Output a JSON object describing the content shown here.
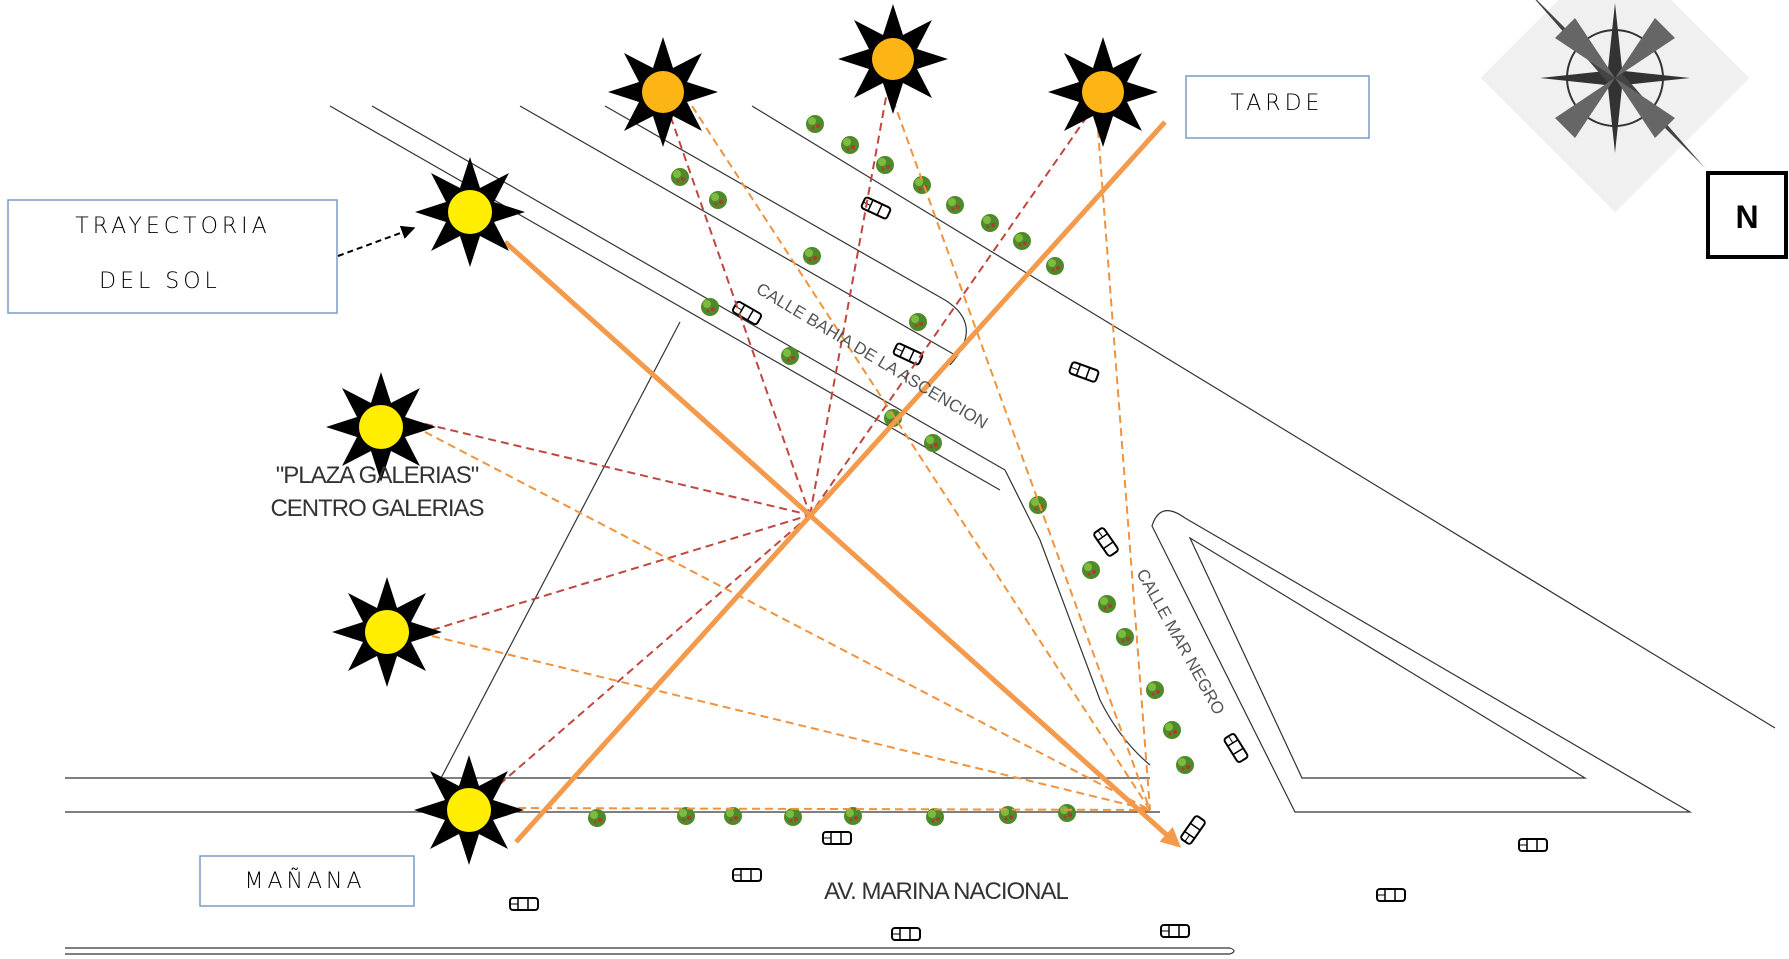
{
  "labels": {
    "sun_path_line1": "TRAYECTORIA",
    "sun_path_line2": "DEL SOL",
    "morning": "MAÑANA",
    "afternoon": "TARDE",
    "north": "N",
    "place_name": "\"PLAZA GALERIAS\"",
    "place_sub": "CENTRO GALERIAS",
    "street_bahia": "CALLE BAHIA DE LA ASCENCION",
    "street_mar_negro": "CALLE MAR NEGRO",
    "avenue": "AV. MARINA NACIONAL"
  },
  "colors": {
    "sun_yellow": "#ffee00",
    "sun_orange": "#fdb515",
    "path_orange": "#f39a4c",
    "ray_red": "#c0473f",
    "ray_orange": "#f0933e",
    "box_border": "#7a9cc6",
    "street_line": "#333333",
    "tree_green": "#4e8a2a"
  },
  "icons": {
    "sun": "sun-icon",
    "compass": "compass-rose-icon",
    "tree": "tree-icon",
    "car": "car-icon"
  }
}
